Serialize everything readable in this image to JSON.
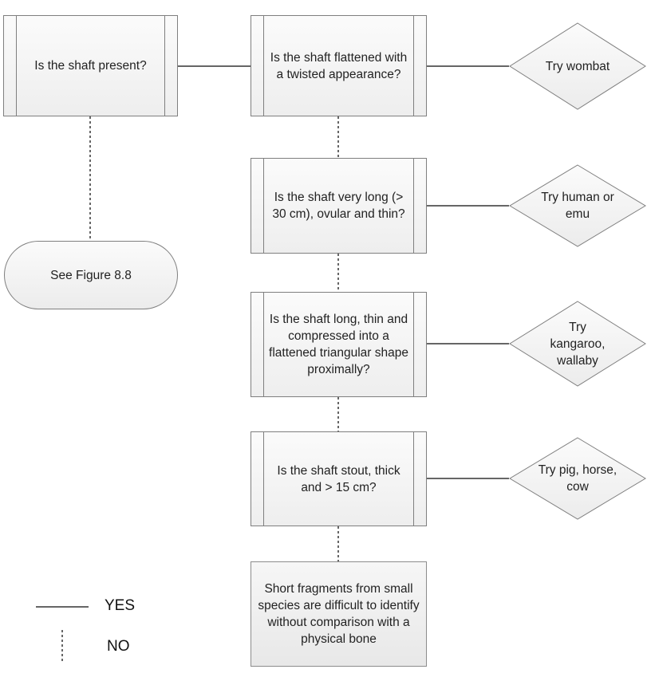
{
  "nodes": {
    "shaft_present": "Is the shaft present?",
    "see_figure": "See Figure 8.8",
    "q_flattened": "Is the shaft flattened with a twisted appearance?",
    "q_very_long": "Is the shaft very long (> 30 cm), ovular and thin?",
    "q_long_thin": "Is the shaft long, thin and compressed into a flattened triangular shape proximally?",
    "q_stout": "Is the shaft stout, thick and > 15 cm?",
    "short_fragments": "Short fragments from small species are difficult to identify without comparison with a physical bone"
  },
  "outcomes": {
    "wombat": "Try wombat",
    "human_emu": "Try human or emu",
    "kangaroo_wallaby": "Try kangaroo, wallaby",
    "pig_horse_cow": "Try pig, horse, cow"
  },
  "legend": {
    "yes_label": "YES",
    "no_label": "NO"
  },
  "colors": {
    "line": "#333333",
    "box_border": "#7f7f7f",
    "box_fill_top": "#fbfbfb",
    "box_fill_bottom": "#eeeeee"
  }
}
